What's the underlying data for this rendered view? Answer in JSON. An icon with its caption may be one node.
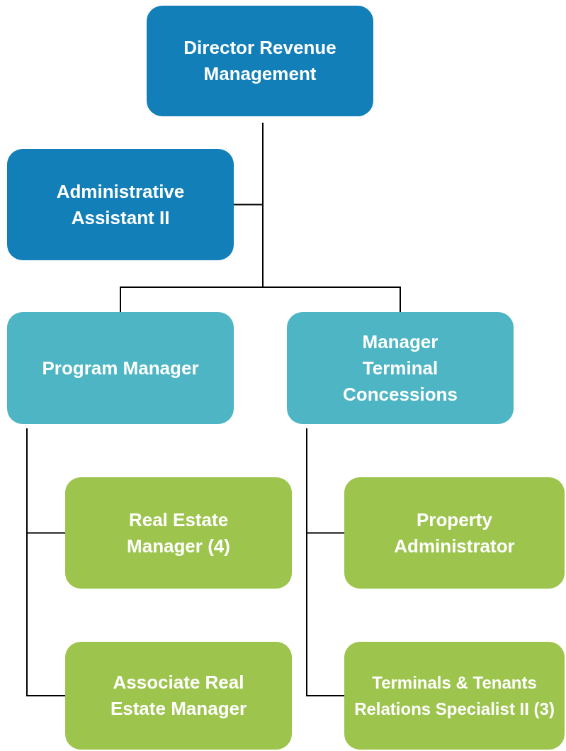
{
  "diagram": {
    "nodes": [
      {
        "text": [
          "Director Revenue Management"
        ]
      },
      {
        "text": [
          "Administrative Assistant II"
        ]
      },
      {
        "text": [
          "Program Manager"
        ]
      },
      {
        "text": [
          "Manager Terminal Concessions"
        ]
      },
      {
        "text": [
          "Real Estate Manager (4)"
        ]
      },
      {
        "text": [
          "Associate Real Estate Manager"
        ]
      },
      {
        "text": [
          "Property Administrator"
        ]
      },
      {
        "text": [
          "Terminals & Tenants Relations Specialist II (3)"
        ]
      }
    ],
    "edges": [
      {
        "from": 0,
        "to": 1,
        "arrow": "none"
      },
      {
        "from": 0,
        "to": 2,
        "arrow": "none"
      },
      {
        "from": 0,
        "to": 3,
        "arrow": "none"
      },
      {
        "from": 2,
        "to": 4,
        "arrow": "none"
      },
      {
        "from": 2,
        "to": 5,
        "arrow": "none"
      },
      {
        "from": 3,
        "to": 6,
        "arrow": "none"
      },
      {
        "from": 3,
        "to": 7,
        "arrow": "none"
      }
    ]
  }
}
